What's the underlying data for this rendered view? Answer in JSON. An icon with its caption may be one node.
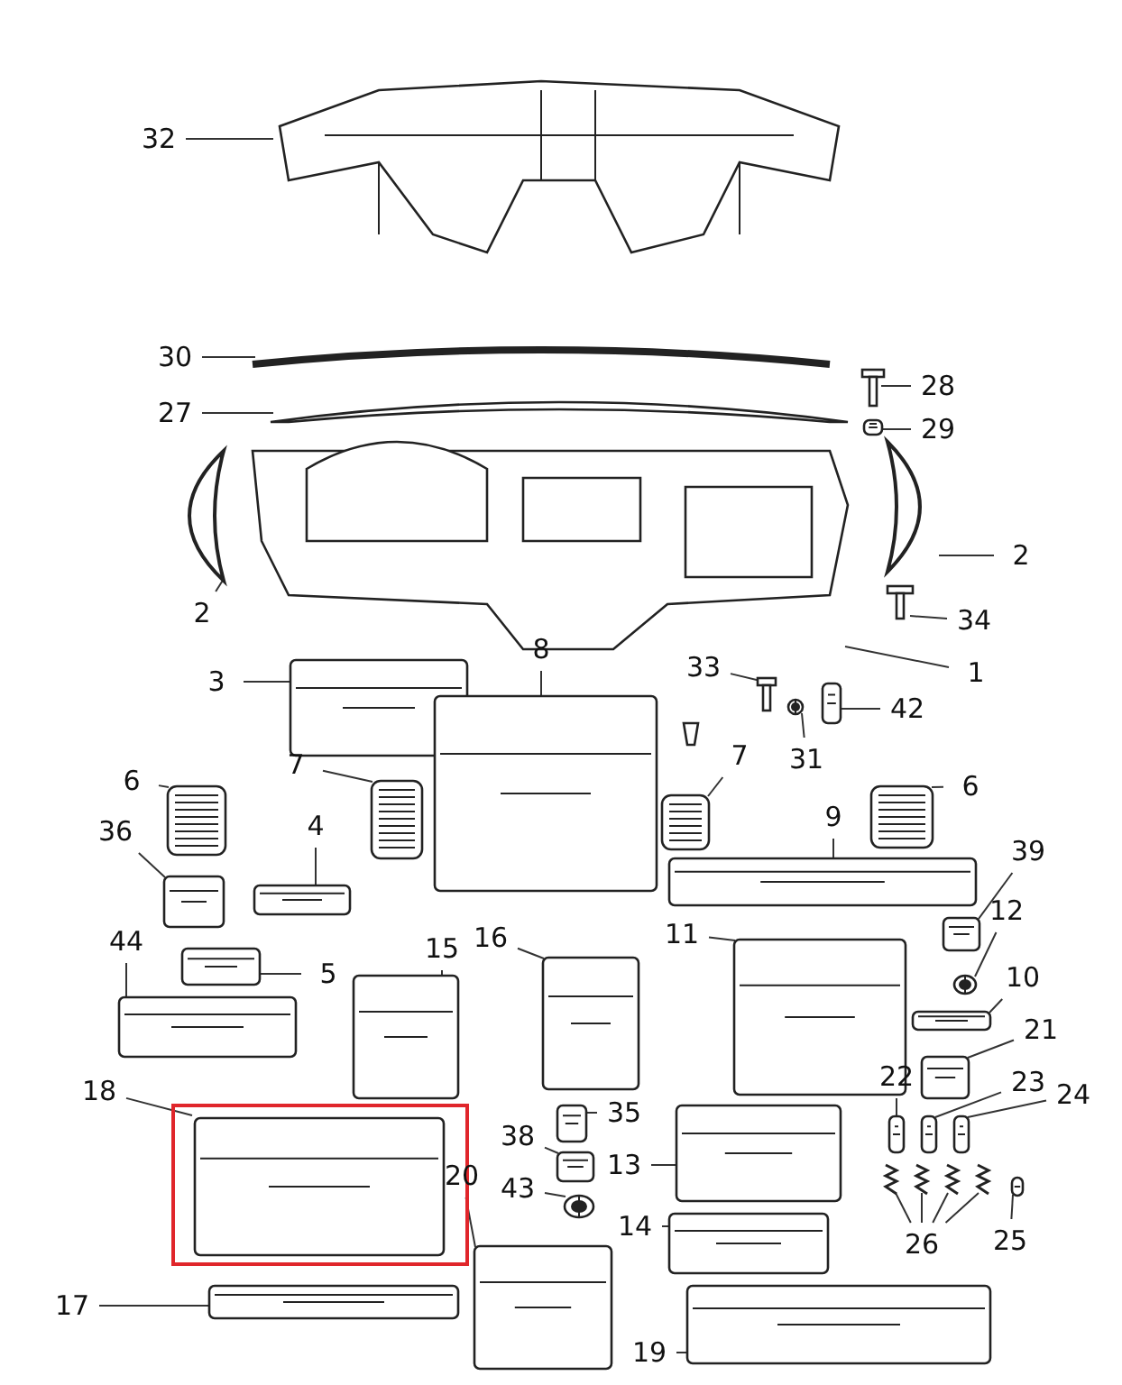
{
  "diagram": {
    "nodes": [
      {
        "text": [
          "32"
        ]
      },
      {
        "text": [],
        "shape": "picture"
      },
      {
        "text": [
          "30"
        ]
      },
      {
        "text": [],
        "shape": "picture"
      },
      {
        "text": [
          "27"
        ]
      },
      {
        "text": [],
        "shape": "picture"
      },
      {
        "text": [
          "28"
        ]
      },
      {
        "text": [],
        "shape": "picture"
      },
      {
        "text": [
          "29"
        ]
      },
      {
        "text": [],
        "shape": "picture"
      },
      {
        "text": [
          "2"
        ]
      },
      {
        "text": [],
        "shape": "picture"
      },
      {
        "text": [
          "2"
        ]
      },
      {
        "text": [],
        "shape": "picture"
      },
      {
        "text": [
          "34"
        ]
      },
      {
        "text": [],
        "shape": "picture"
      },
      {
        "text": [
          "1"
        ]
      },
      {
        "text": [],
        "shape": "picture"
      },
      {
        "text": [
          "3"
        ]
      },
      {
        "text": [],
        "shape": "picture"
      },
      {
        "text": [
          "8"
        ]
      },
      {
        "text": [],
        "shape": "picture"
      },
      {
        "text": [
          "33"
        ]
      },
      {
        "text": [],
        "shape": "picture"
      },
      {
        "text": [
          "31"
        ]
      },
      {
        "text": [],
        "shape": "picture"
      },
      {
        "text": [
          "42"
        ]
      },
      {
        "text": [],
        "shape": "picture"
      },
      {
        "text": [
          "6"
        ]
      },
      {
        "text": [],
        "shape": "picture"
      },
      {
        "text": [
          "7"
        ]
      },
      {
        "text": [],
        "shape": "picture"
      },
      {
        "text": [
          "7"
        ]
      },
      {
        "text": [],
        "shape": "picture"
      },
      {
        "text": [
          "6"
        ]
      },
      {
        "text": [],
        "shape": "picture"
      },
      {
        "text": [
          "9"
        ]
      },
      {
        "text": [],
        "shape": "picture"
      },
      {
        "text": [
          "36"
        ]
      },
      {
        "text": [],
        "shape": "picture"
      },
      {
        "text": [
          "4"
        ]
      },
      {
        "text": [],
        "shape": "picture"
      },
      {
        "text": [
          "39"
        ]
      },
      {
        "text": [],
        "shape": "picture"
      },
      {
        "text": [
          "12"
        ]
      },
      {
        "text": [],
        "shape": "picture"
      },
      {
        "text": [
          "5"
        ]
      },
      {
        "text": [],
        "shape": "picture"
      },
      {
        "text": [
          "10"
        ]
      },
      {
        "text": [],
        "shape": "picture"
      },
      {
        "text": [
          "44"
        ]
      },
      {
        "text": [],
        "shape": "picture"
      },
      {
        "text": [
          "15"
        ]
      },
      {
        "text": [],
        "shape": "picture"
      },
      {
        "text": [
          "16"
        ]
      },
      {
        "text": [],
        "shape": "picture"
      },
      {
        "text": [
          "11"
        ]
      },
      {
        "text": [],
        "shape": "picture"
      },
      {
        "text": [
          "21"
        ]
      },
      {
        "text": [],
        "shape": "picture"
      },
      {
        "text": [
          "35"
        ]
      },
      {
        "text": [],
        "shape": "picture"
      },
      {
        "text": [
          "18"
        ]
      },
      {
        "text": [],
        "shape": "box"
      },
      {
        "text": [],
        "shape": "picture",
        "in": 63
      },
      {
        "text": [
          "22"
        ]
      },
      {
        "text": [],
        "shape": "picture"
      },
      {
        "text": [
          "23"
        ]
      },
      {
        "text": [],
        "shape": "picture"
      },
      {
        "text": [
          "24"
        ]
      },
      {
        "text": [],
        "shape": "picture"
      },
      {
        "text": [
          "38"
        ]
      },
      {
        "text": [],
        "shape": "picture"
      },
      {
        "text": [
          "13"
        ]
      },
      {
        "text": [],
        "shape": "picture"
      },
      {
        "text": [
          "20"
        ]
      },
      {
        "text": [],
        "shape": "picture"
      },
      {
        "text": [
          "43"
        ]
      },
      {
        "text": [],
        "shape": "picture"
      },
      {
        "text": [
          "14"
        ]
      },
      {
        "text": [],
        "shape": "picture"
      },
      {
        "text": [
          "26"
        ]
      },
      {
        "text": [],
        "shape": "picture"
      },
      {
        "text": [],
        "shape": "picture"
      },
      {
        "text": [],
        "shape": "picture"
      },
      {
        "text": [],
        "shape": "picture"
      },
      {
        "text": [
          "25"
        ]
      },
      {
        "text": [],
        "shape": "picture"
      },
      {
        "text": [
          "17"
        ]
      },
      {
        "text": [],
        "shape": "picture"
      },
      {
        "text": [
          "19"
        ]
      },
      {
        "text": [],
        "shape": "picture"
      }
    ],
    "edges": [
      {
        "from": 0,
        "to": 1,
        "arrow": "none"
      },
      {
        "from": 2,
        "to": 3,
        "arrow": "none"
      },
      {
        "from": 4,
        "to": 5,
        "arrow": "none"
      },
      {
        "from": 6,
        "to": 7,
        "arrow": "none"
      },
      {
        "from": 8,
        "to": 9,
        "arrow": "none"
      },
      {
        "from": 10,
        "to": 11,
        "arrow": "none"
      },
      {
        "from": 12,
        "to": 13,
        "arrow": "none"
      },
      {
        "from": 14,
        "to": 15,
        "arrow": "none"
      },
      {
        "from": 16,
        "to": 17,
        "arrow": "none"
      },
      {
        "from": 18,
        "to": 19,
        "arrow": "none"
      },
      {
        "from": 20,
        "to": 21,
        "arrow": "none"
      },
      {
        "from": 22,
        "to": 23,
        "arrow": "none"
      },
      {
        "from": 24,
        "to": 25,
        "arrow": "none"
      },
      {
        "from": 26,
        "to": 27,
        "arrow": "none"
      },
      {
        "from": 28,
        "to": 29,
        "arrow": "none"
      },
      {
        "from": 30,
        "to": 31,
        "arrow": "none"
      },
      {
        "from": 32,
        "to": 33,
        "arrow": "none"
      },
      {
        "from": 34,
        "to": 35,
        "arrow": "none"
      },
      {
        "from": 36,
        "to": 37,
        "arrow": "none"
      },
      {
        "from": 38,
        "to": 39,
        "arrow": "none"
      },
      {
        "from": 40,
        "to": 41,
        "arrow": "none"
      },
      {
        "from": 42,
        "to": 43,
        "arrow": "none"
      },
      {
        "from": 44,
        "to": 45,
        "arrow": "none"
      },
      {
        "from": 46,
        "to": 47,
        "arrow": "none"
      },
      {
        "from": 48,
        "to": 49,
        "arrow": "none"
      },
      {
        "from": 50,
        "to": 51,
        "arrow": "none"
      },
      {
        "from": 52,
        "to": 53,
        "arrow": "none"
      },
      {
        "from": 54,
        "to": 55,
        "arrow": "none"
      },
      {
        "from": 56,
        "to": 57,
        "arrow": "none"
      },
      {
        "from": 58,
        "to": 59,
        "arrow": "none"
      },
      {
        "from": 60,
        "to": 61,
        "arrow": "none"
      },
      {
        "from": 62,
        "to": 64,
        "arrow": "none"
      },
      {
        "from": 65,
        "to": 66,
        "arrow": "none"
      },
      {
        "from": 67,
        "to": 68,
        "arrow": "none"
      },
      {
        "from": 69,
        "to": 70,
        "arrow": "none"
      },
      {
        "from": 71,
        "to": 72,
        "arrow": "none"
      },
      {
        "from": 73,
        "to": 74,
        "arrow": "none"
      },
      {
        "from": 75,
        "to": 76,
        "arrow": "none"
      },
      {
        "from": 77,
        "to": 78,
        "arrow": "none"
      },
      {
        "from": 79,
        "to": 80,
        "arrow": "none"
      },
      {
        "from": 81,
        "to": 82,
        "arrow": "none"
      },
      {
        "from": 81,
        "to": 83,
        "arrow": "none"
      },
      {
        "from": 81,
        "to": 84,
        "arrow": "none"
      },
      {
        "from": 81,
        "to": 85,
        "arrow": "none"
      },
      {
        "from": 86,
        "to": 87,
        "arrow": "none"
      },
      {
        "from": 88,
        "to": 89,
        "arrow": "none"
      },
      {
        "from": 90,
        "to": 91,
        "arrow": "none"
      }
    ]
  }
}
